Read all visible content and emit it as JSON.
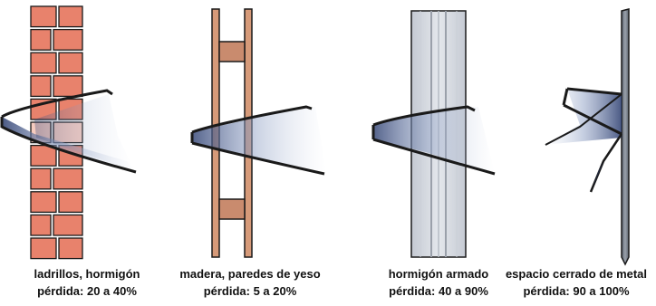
{
  "colors": {
    "brick": "#E8826C",
    "brick_highlight": "#F6CBBF",
    "wood": "#D69A79",
    "wood_block": "#C98B6E",
    "concrete": "#D7DBE3",
    "metal": "#6F7682",
    "signal_dark": "#2C3E70",
    "stroke": "#1A1A1A"
  },
  "panels": [
    {
      "material": "ladrillos, hormigón",
      "loss": "pérdida: 20 a 40%",
      "icon": "brick-wall-icon"
    },
    {
      "material": "madera, paredes de yeso",
      "loss": "pérdida: 5 a 20%",
      "icon": "wood-frame-wall-icon"
    },
    {
      "material": "hormigón armado",
      "loss": "pérdida: 40 a 90%",
      "icon": "reinforced-concrete-wall-icon"
    },
    {
      "material": "espacio cerrado de metal",
      "loss": "pérdida: 90 a 100%",
      "icon": "metal-wall-icon"
    }
  ]
}
